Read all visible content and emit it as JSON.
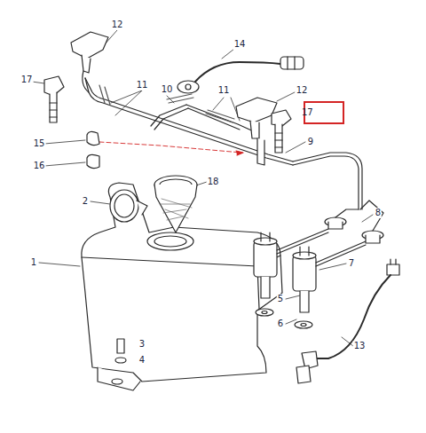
{
  "diagram": {
    "nodes": [
      {
        "text": [
          "17"
        ]
      }
    ],
    "labels": [
      "12",
      "17",
      "14",
      "11",
      "10",
      "11",
      "12",
      "15",
      "9",
      "16",
      "2",
      "18",
      "8",
      "1",
      "7",
      "5",
      "6",
      "3",
      "4",
      "13"
    ]
  }
}
